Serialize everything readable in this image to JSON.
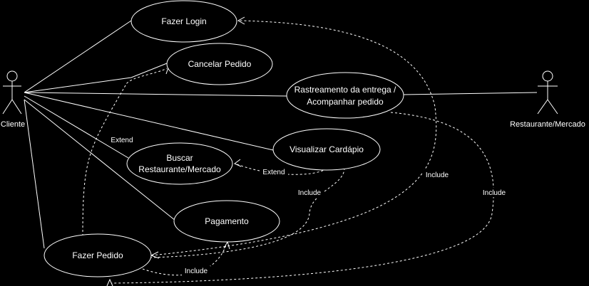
{
  "actors": {
    "cliente": "Cliente",
    "restaurante": "Restaurante/Mercado"
  },
  "use_cases": {
    "login": "Fazer Login",
    "cancelar": "Cancelar Pedido",
    "rastreamento_1": "Rastreamento da entrega /",
    "rastreamento_2": "Acompanhar pedido",
    "visualizar": "Visualizar Cardápio",
    "buscar_1": "Buscar",
    "buscar_2": "Restaurante/Mercado",
    "pagamento": "Pagamento",
    "fazer_pedido": "Fazer Pedido"
  },
  "relations": {
    "extend_cancelar": "Extend",
    "extend_buscar": "Extend",
    "include_visualizar": "Include",
    "include_pagamento": "Include",
    "include_login": "Include",
    "include_rastreamento": "Include"
  },
  "colors": {
    "background": "#000000",
    "stroke": "#ffffff",
    "text": "#ffffff"
  }
}
